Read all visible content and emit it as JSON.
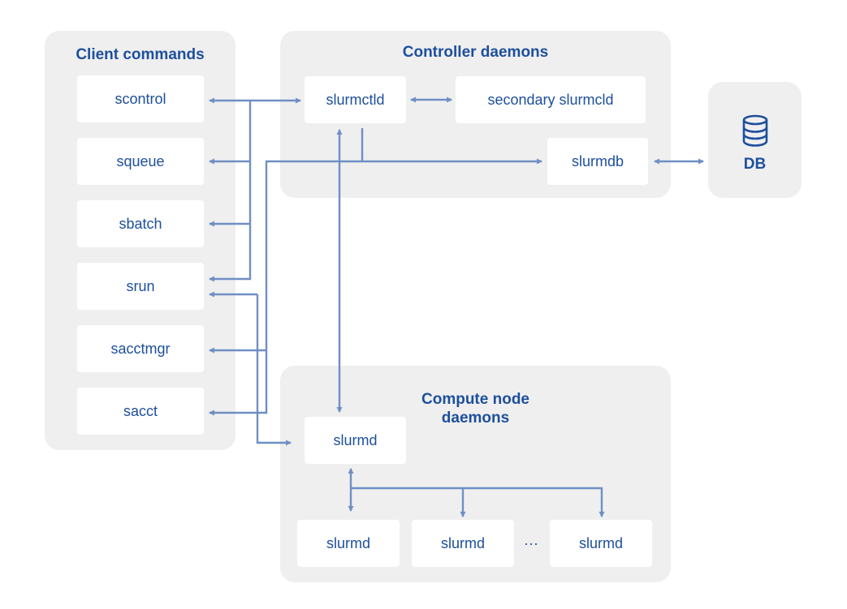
{
  "groups": {
    "client": {
      "title": "Client commands"
    },
    "controller": {
      "title": "Controller daemons"
    },
    "compute": {
      "title": "Compute node daemons"
    },
    "db": {
      "label": "DB",
      "icon": "database-icon"
    }
  },
  "client_commands": [
    "scontrol",
    "squeue",
    "sbatch",
    "srun",
    "sacctmgr",
    "sacct"
  ],
  "controller": {
    "primary": "slurmctld",
    "secondary": "secondary slurmcld",
    "dbd": "slurmdb"
  },
  "compute": {
    "head": "slurmd",
    "workers": [
      "slurmd",
      "slurmd",
      "slurmd"
    ],
    "ellipsis": "···"
  },
  "colors": {
    "accent": "#1d4f9c",
    "line": "#6f8fc4",
    "panel": "#efefef"
  }
}
